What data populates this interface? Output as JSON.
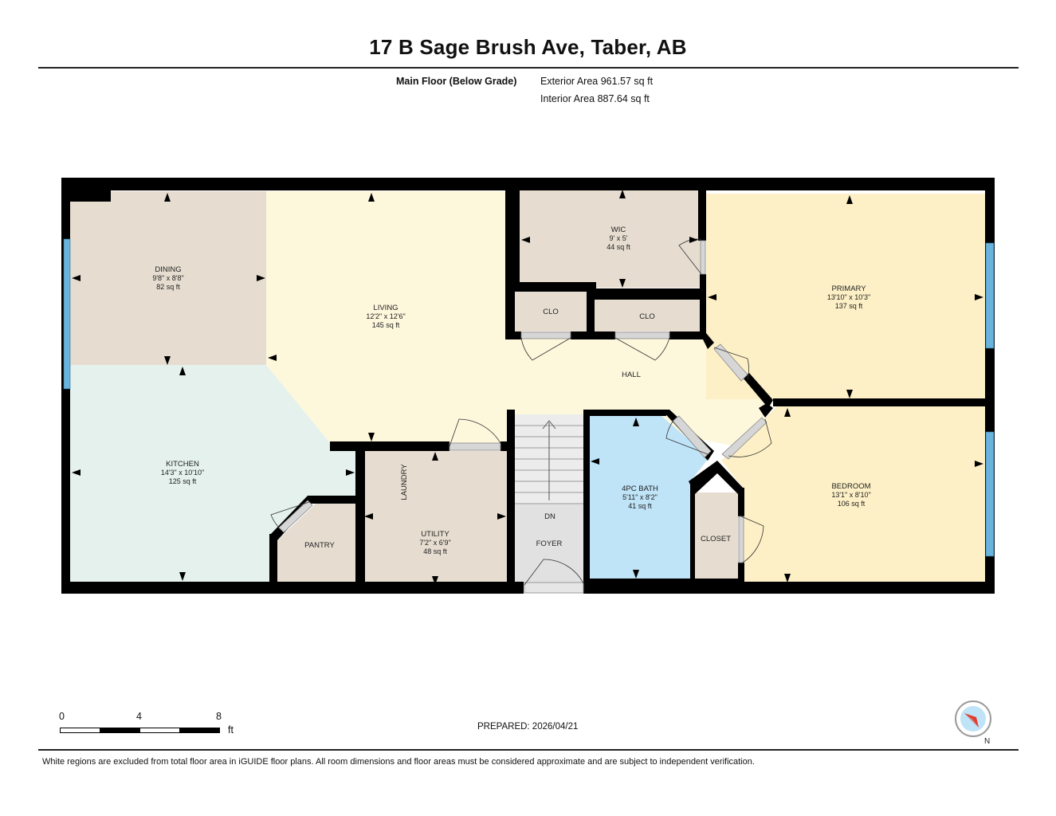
{
  "header": {
    "address": "17 B Sage Brush Ave, Taber, AB",
    "floor_name": "Main Floor (Below Grade)",
    "exterior_area": "Exterior Area 961.57 sq ft",
    "interior_area": "Interior Area 887.64 sq ft"
  },
  "rooms": {
    "dining": {
      "name": "DINING",
      "dims": "9'8\" x 8'8\"",
      "area": "82 sq ft"
    },
    "living": {
      "name": "LIVING",
      "dims": "12'2\" x 12'6\"",
      "area": "145 sq ft"
    },
    "wic": {
      "name": "WIC",
      "dims": "9' x 5'",
      "area": "44 sq ft"
    },
    "primary": {
      "name": "PRIMARY",
      "dims": "13'10\" x 10'3\"",
      "area": "137 sq ft"
    },
    "kitchen": {
      "name": "KITCHEN",
      "dims": "14'3\" x 10'10\"",
      "area": "125 sq ft"
    },
    "utility": {
      "name": "UTILITY",
      "dims": "7'2\" x 6'9\"",
      "area": "48 sq ft"
    },
    "bath": {
      "name": "4PC BATH",
      "dims": "5'11\" x 8'2\"",
      "area": "41 sq ft"
    },
    "bedroom": {
      "name": "BEDROOM",
      "dims": "13'1\" x 8'10\"",
      "area": "106 sq ft"
    }
  },
  "labels": {
    "clo_1": "CLO",
    "clo_2": "CLO",
    "hall": "HALL",
    "laundry": "LAUNDRY",
    "pantry": "PANTRY",
    "dn": "DN",
    "foyer": "FOYER",
    "closet": "CLOSET"
  },
  "scale": {
    "ticks": [
      "0",
      "4",
      "8"
    ],
    "unit": "ft"
  },
  "footer": {
    "prepared": "PREPARED: 2026/04/21",
    "disclaimer": "White regions are excluded from total floor area in iGUIDE floor plans. All room dimensions and floor areas must be considered approximate and are subject to independent verification.",
    "compass_label": "N"
  },
  "colors": {
    "dining": "#e6ddd0",
    "living": "#fdf7dc",
    "kitchen": "#e4f1ec",
    "wic_closets": "#e6ddd0",
    "primary_bedroom": "#fdf0c6",
    "bath": "#bfe3f7",
    "utility_pantry": "#e6ddd0",
    "foyer_stairs": "#e1e1e1",
    "wall": "#000000",
    "window": "#6ab3dc"
  }
}
